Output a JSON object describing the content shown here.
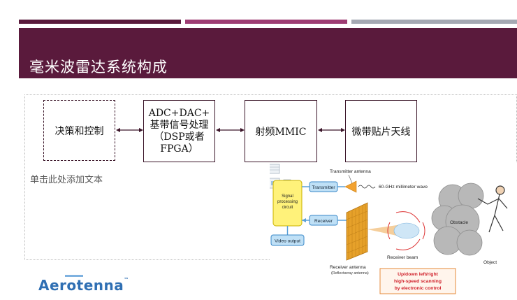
{
  "slide": {
    "title": "毫米波雷达系统构成",
    "placeholder_text": "单击此处添加文本"
  },
  "blocks": {
    "decision": "决策和控制",
    "adc_line1": "ADC+DAC+",
    "adc_line2": "基带信号处理",
    "adc_line3": "（DSP或者",
    "adc_line4": "FPGA）",
    "rf": "射频MMIC",
    "antenna": "微带贴片天线"
  },
  "inset": {
    "transmitter_antenna": "Transmitter antenna",
    "transmitter": "Transmitter",
    "wave": "60-GHz millimeter wave",
    "spc_line1": "Signal",
    "spc_line2": "processing",
    "spc_line3": "circuit",
    "receiver": "Receiver",
    "video_output": "Video output",
    "obstacle": "Obstacle",
    "object": "Object",
    "receiver_beam": "Receiver beam",
    "receiver_antenna": "Receiver antenna",
    "reflectarray": "(Reflectarray antenna)",
    "scan_line1": "Up/down left/right",
    "scan_line2": "high-speed scanning",
    "scan_line3": "by electronic control"
  },
  "logo": {
    "text": "Aerotenna",
    "trademark": "™"
  },
  "colors": {
    "title_band": "#5a1a3c",
    "top_bar_1": "#5a1a3c",
    "top_bar_2": "#9e3c73",
    "top_bar_3": "#a5a9b3",
    "block_border": "#3a1428",
    "logo": "#2f6fb3"
  }
}
